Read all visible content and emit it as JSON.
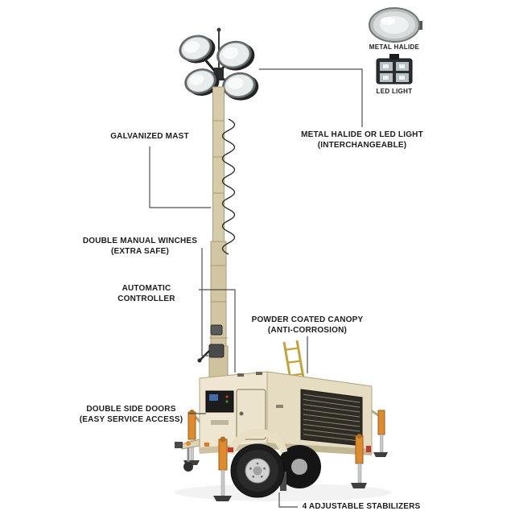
{
  "callouts": {
    "galvanized_mast": {
      "label": "GALVANIZED MAST"
    },
    "light_type": {
      "line1": "METAL HALIDE OR LED LIGHT",
      "line2": "(INTERCHANGEABLE)"
    },
    "manual_winches": {
      "line1": "DOUBLE MANUAL WINCHES",
      "line2": "(EXTRA SAFE)"
    },
    "automatic_controller": {
      "label": "AUTOMATIC CONTROLLER"
    },
    "powder_coated_canopy": {
      "line1": "POWDER COATED CANOPY",
      "line2": "(ANTI-CORROSION)"
    },
    "double_side_doors": {
      "line1": "DOUBLE SIDE DOORS",
      "line2": "(EASY SERVICE ACCESS)"
    },
    "adjustable_stabilizers": {
      "label": "4 ADJUSTABLE STABILIZERS"
    }
  },
  "legend": {
    "metal_halide_label": "METAL HALIDE",
    "led_light_label": "LED LIGHT"
  },
  "colors": {
    "background": "#ffffff",
    "label_text": "#1c1c1c",
    "leader_line": "#4f4f4f",
    "canopy_top": "#f4efdd",
    "body_cream": "#eee6d0",
    "body_cream_dark": "#e5dcc2",
    "body_edge": "#b0a584",
    "mast_tan": "#d7cca9",
    "stabilizer_orange": "#e08a2e",
    "grille_dark": "#2f2c26",
    "wheel_black": "#1c1c1c",
    "rim_silver": "#d2d2d2",
    "ladder_yellow": "#c7a23b",
    "reflector_red": "#c4382a"
  }
}
